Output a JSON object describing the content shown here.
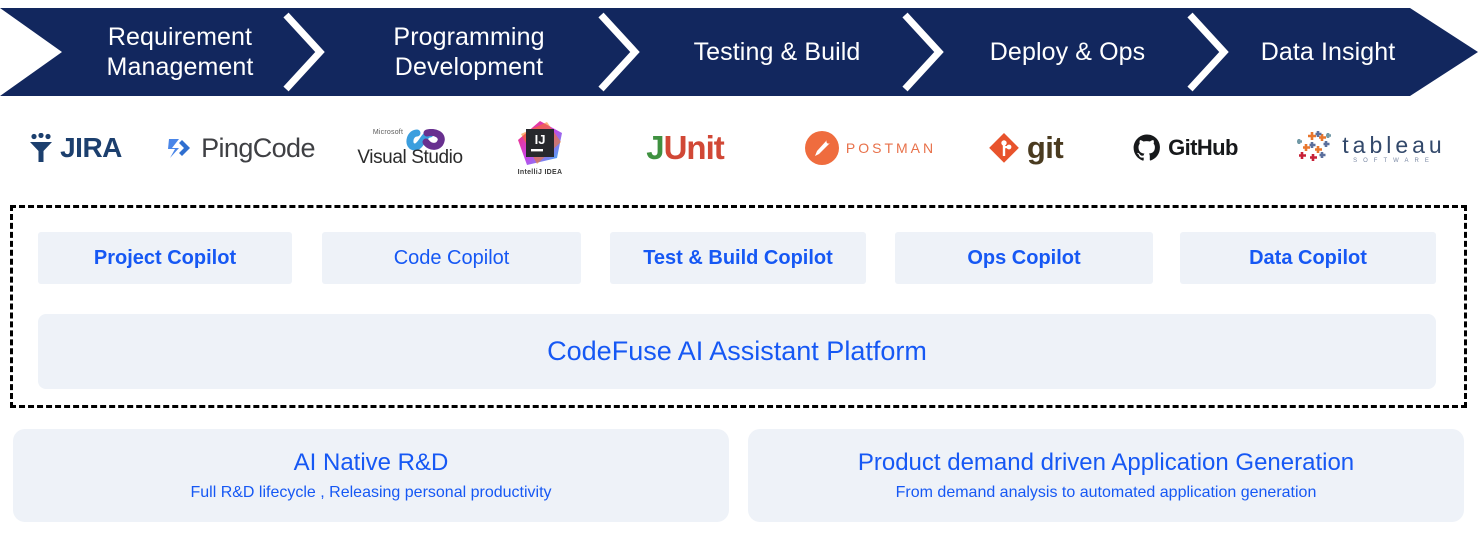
{
  "banner": {
    "background_color": "#12275e",
    "text_color": "#ffffff",
    "stages": [
      {
        "line1": "Requirement",
        "line2": "Management"
      },
      {
        "line1": "Programming",
        "line2": "Development"
      },
      {
        "line1": "Testing & Build",
        "line2": ""
      },
      {
        "line1": "Deploy & Ops",
        "line2": ""
      },
      {
        "line1": "Data Insight",
        "line2": ""
      }
    ]
  },
  "logos": [
    {
      "name": "jira",
      "label": "JIRA"
    },
    {
      "name": "pingcode",
      "label": "PingCode"
    },
    {
      "name": "visual-studio",
      "label": "Visual Studio",
      "sup": "Microsoft"
    },
    {
      "name": "intellij-idea",
      "label": "IntelliJ IDEA",
      "mark": "IJ"
    },
    {
      "name": "junit",
      "label": "JUnit",
      "part1": "J",
      "part2": "Unit"
    },
    {
      "name": "postman",
      "label": "POSTMAN"
    },
    {
      "name": "git",
      "label": "git"
    },
    {
      "name": "github",
      "label": "GitHub"
    },
    {
      "name": "tableau",
      "label": "tableau",
      "sub": "SOFTWARE"
    }
  ],
  "copilots": [
    {
      "label": "Project Copilot",
      "bold": true
    },
    {
      "label": "Code Copilot",
      "bold": false
    },
    {
      "label": "Test & Build Copilot",
      "bold": true
    },
    {
      "label": "Ops Copilot",
      "bold": true
    },
    {
      "label": "Data Copilot",
      "bold": true
    }
  ],
  "platform": {
    "label": "CodeFuse AI Assistant Platform",
    "accent_color": "#1658f4",
    "background_color": "#eef2f8"
  },
  "cards": [
    {
      "title": "AI Native R&D",
      "subtitle": "Full R&D lifecycle , Releasing personal productivity"
    },
    {
      "title": "Product demand driven Application Generation",
      "subtitle": "From demand analysis to automated application generation"
    }
  ]
}
